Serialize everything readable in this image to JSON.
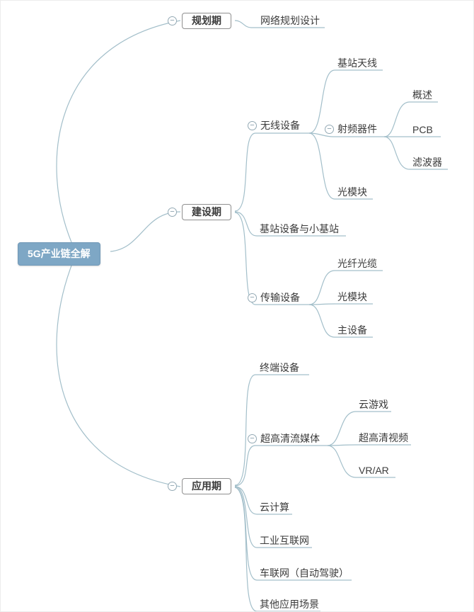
{
  "icons": {
    "collapse": "−"
  },
  "colors": {
    "root_fill": "#7ea7c5",
    "line": "#a3bfca",
    "box_border": "#8f8f8f",
    "text": "#3b3b3b"
  },
  "mindmap": {
    "root": {
      "label": "5G产业链全解"
    },
    "branches": [
      {
        "label": "规划期",
        "children": [
          {
            "label": "网络规划设计"
          }
        ]
      },
      {
        "label": "建设期",
        "children": [
          {
            "label": "无线设备",
            "children": [
              {
                "label": "基站天线"
              },
              {
                "label": "射频器件",
                "children": [
                  {
                    "label": "概述"
                  },
                  {
                    "label": "PCB"
                  },
                  {
                    "label": "滤波器"
                  }
                ]
              },
              {
                "label": "光模块"
              }
            ]
          },
          {
            "label": "基站设备与小基站"
          },
          {
            "label": "传输设备",
            "children": [
              {
                "label": "光纤光缆"
              },
              {
                "label": "光模块"
              },
              {
                "label": "主设备"
              }
            ]
          }
        ]
      },
      {
        "label": "应用期",
        "children": [
          {
            "label": "终端设备"
          },
          {
            "label": "超高清流媒体",
            "children": [
              {
                "label": "云游戏"
              },
              {
                "label": "超高清视频"
              },
              {
                "label": "VR/AR"
              }
            ]
          },
          {
            "label": "云计算"
          },
          {
            "label": "工业互联网"
          },
          {
            "label": "车联网（自动驾驶）"
          },
          {
            "label": "其他应用场景"
          }
        ]
      }
    ]
  }
}
